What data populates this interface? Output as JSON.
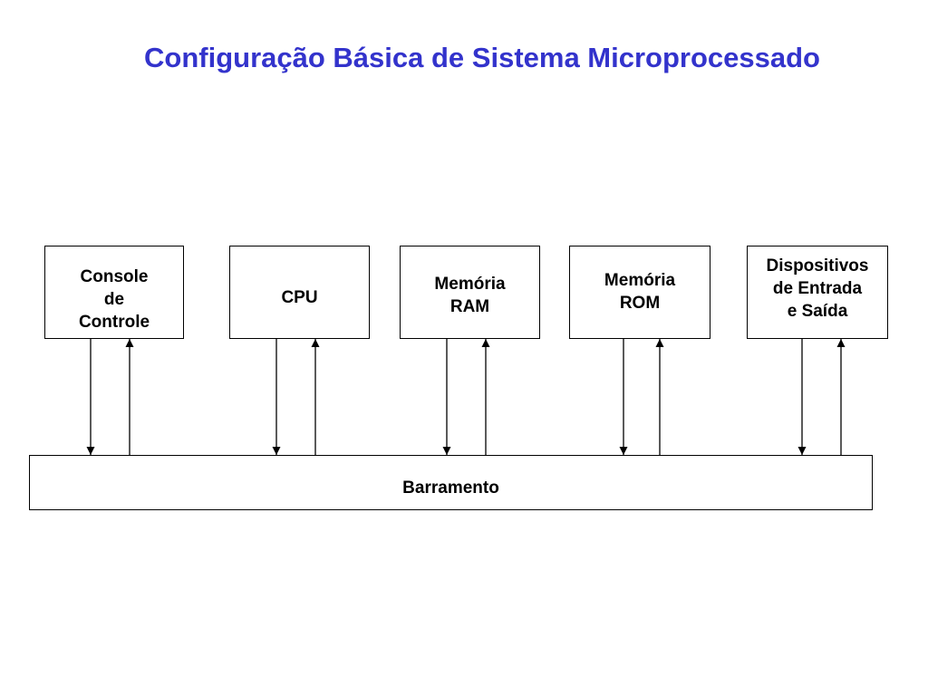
{
  "title": "Configuração Básica de Sistema Microprocessado",
  "boxes": [
    {
      "lines": [
        "Console",
        "de",
        "Controle"
      ]
    },
    {
      "lines": [
        "CPU"
      ]
    },
    {
      "lines": [
        "Memória",
        "RAM"
      ]
    },
    {
      "lines": [
        "Memória",
        "ROM"
      ]
    },
    {
      "lines": [
        "Dispositivos",
        "de Entrada",
        "e Saída"
      ]
    }
  ],
  "bus": {
    "label": "Barramento"
  },
  "colors": {
    "title": "#3333cc",
    "line": "#000000"
  }
}
